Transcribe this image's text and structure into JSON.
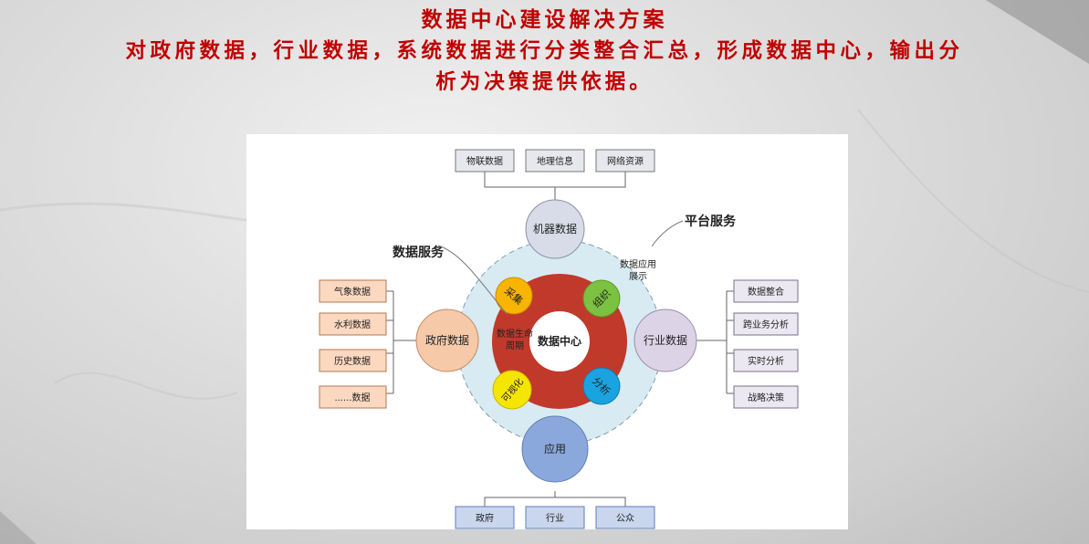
{
  "header": {
    "title": "数据中心建设解决方案",
    "desc_line1": "对政府数据，行业数据，系统数据进行分类整合汇总，形成数据中心，输出分",
    "desc_line2": "析为决策提供依据。"
  },
  "diagram": {
    "top_sources": [
      "物联数据",
      "地理信息",
      "网络资源"
    ],
    "left_sources": [
      "气象数据",
      "水利数据",
      "历史数据",
      "......数据"
    ],
    "right_outputs": [
      "数据整合",
      "跨业务分析",
      "实时分析",
      "战略决策"
    ],
    "bottom_outputs": [
      "政府",
      "行业",
      "公众"
    ],
    "nodes": {
      "top": "机器数据",
      "left": "政府数据",
      "right": "行业数据",
      "bottom": "应用",
      "center": "数据中心"
    },
    "lifecycle_label": [
      "数据生命",
      "周期"
    ],
    "stages": [
      "采集",
      "组织",
      "可视化",
      "分析"
    ],
    "callouts": {
      "data_service": "数据服务",
      "platform_service": "平台服务",
      "app_display": [
        "数据应用",
        "展示"
      ]
    },
    "colors": {
      "outer_ring": "#d8eaf2",
      "core_ring": "#c0392b",
      "left_node": "#f6c9a8",
      "top_node": "#d8dce8",
      "right_node": "#dcd3e6",
      "bottom_node": "#8aa8dc",
      "left_box": "#fbd8bf",
      "stage_collect": "#f7b500",
      "stage_organize": "#7cc242",
      "stage_visualize": "#f5e600",
      "stage_analyze": "#1aa3e0"
    }
  }
}
